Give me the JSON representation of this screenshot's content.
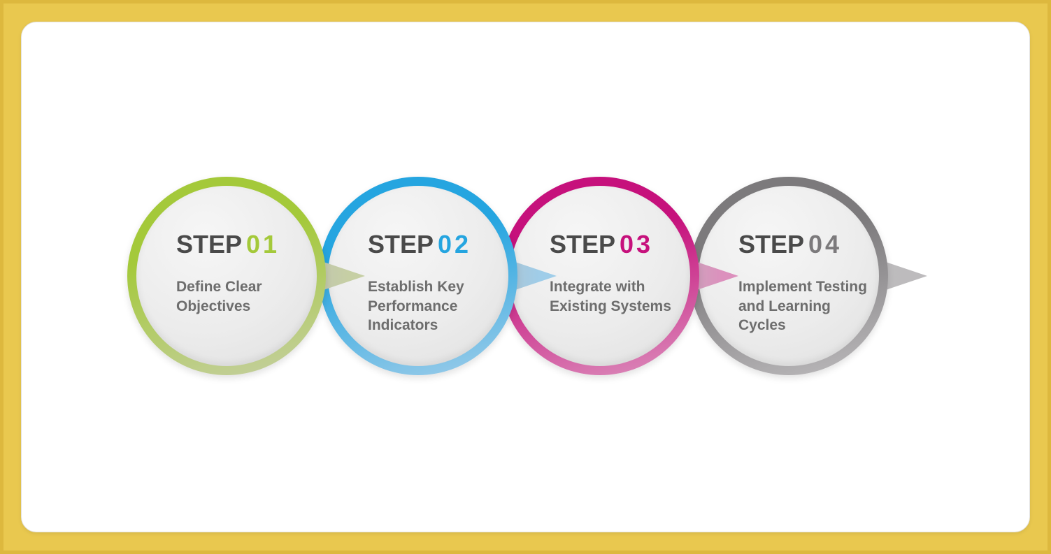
{
  "canvas": {
    "background_color": "#e9c84f",
    "card_background": "#ffffff"
  },
  "steps": [
    {
      "label": "STEP",
      "number": "01",
      "description": "Define Clear Objectives",
      "accent": "#a4c93a",
      "accent_light": "#c6cfa4"
    },
    {
      "label": "STEP",
      "number": "02",
      "description": "Establish Key Performance Indicators",
      "accent": "#25a5e0",
      "accent_light": "#9fcde9"
    },
    {
      "label": "STEP",
      "number": "03",
      "description": "Integrate with Existing Systems",
      "accent": "#c6117c",
      "accent_light": "#dc90bd"
    },
    {
      "label": "STEP",
      "number": "04",
      "description": "Implement Testing and Learning Cycles",
      "accent": "#7c7a7c",
      "accent_light": "#bdbbbd"
    }
  ]
}
